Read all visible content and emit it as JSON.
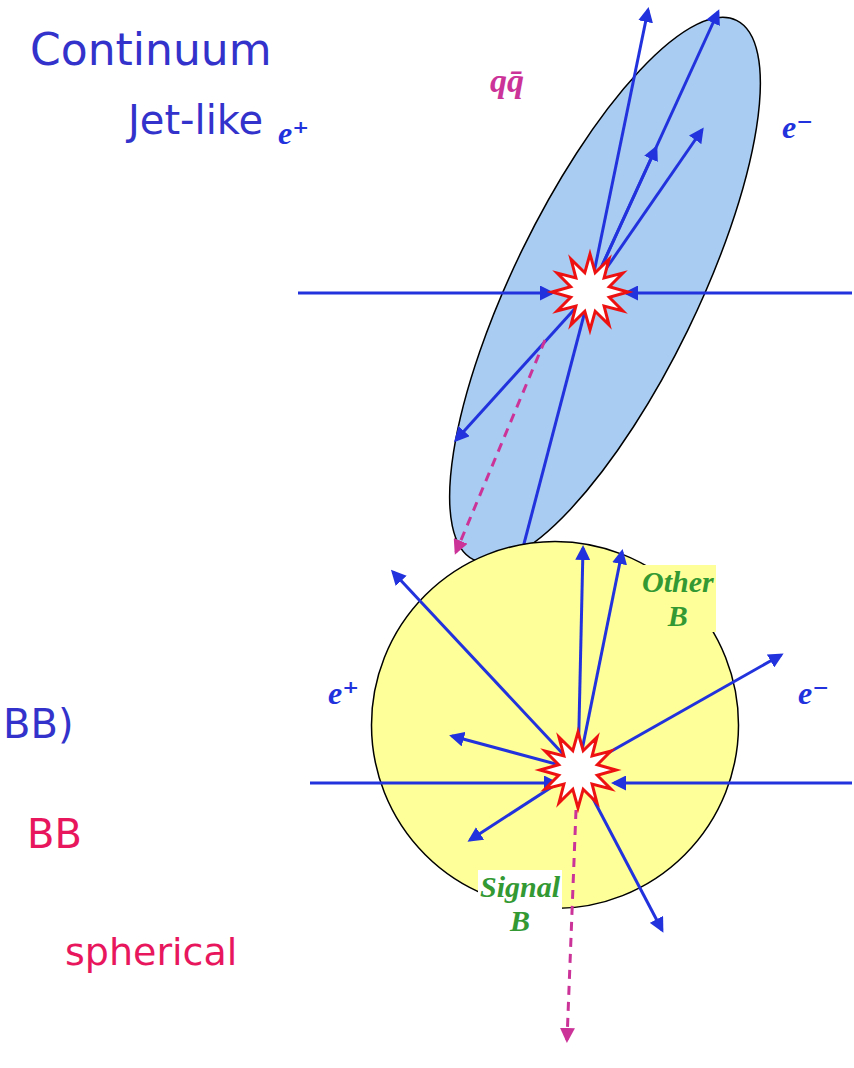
{
  "diagram": {
    "nodes": [
      {
        "text": [
          "Other B",
          "Signal B"
        ]
      }
    ],
    "labels": [
      "Continuum",
      "qq̄",
      "Jet-like",
      "e⁺",
      "e⁻",
      "BB)",
      "e⁺",
      "e⁻",
      "BB",
      "spherical"
    ]
  }
}
